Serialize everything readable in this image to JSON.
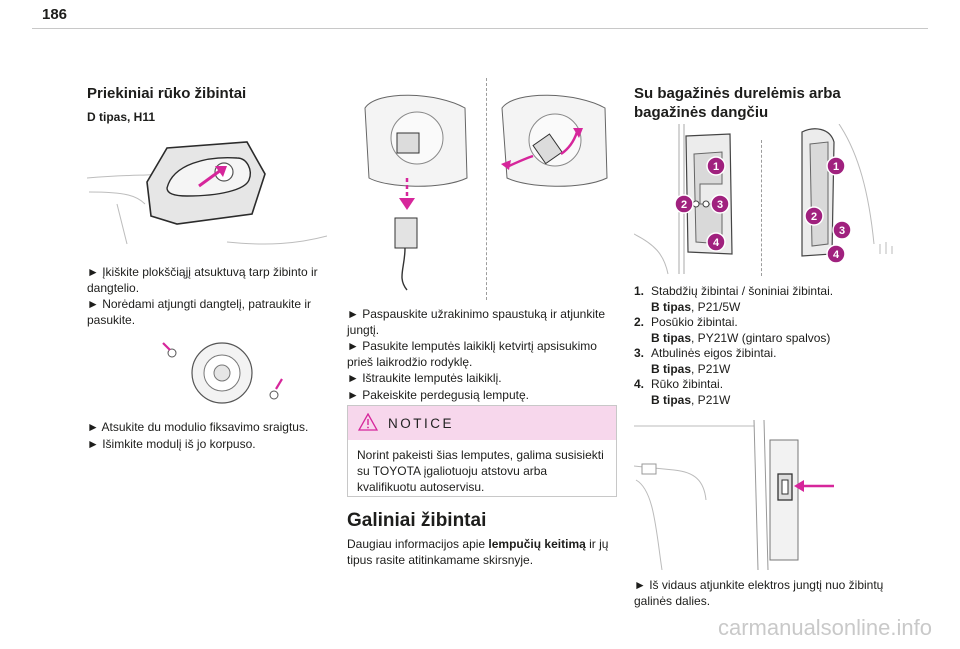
{
  "page": {
    "number": "186",
    "watermark": "carmanualsonline.info"
  },
  "col1": {
    "heading": "Priekiniai rūko žibintai",
    "subheading": "D tipas, H11",
    "steps_a": [
      "► Įkiškite plokščiąjį atsuktuvą tarp žibinto ir dangtelio.",
      "► Norėdami atjungti dangtelį, patraukite ir pasukite."
    ],
    "steps_b": [
      "► Atsukite du modulio fiksavimo sraigtus.",
      "► Išimkite modulį iš jo korpuso."
    ]
  },
  "col2": {
    "steps": [
      "► Paspauskite užrakinimo spaustuką ir atjunkite jungtį.",
      "► Pasukite lemputės laikiklį ketvirtį apsisukimo prieš laikrodžio rodyklę.",
      "► Ištraukite lemputės laikiklį.",
      "► Pakeiskite perdegusią lemputę."
    ],
    "notice": {
      "title": "NOTICE",
      "text": "Norint pakeisti šias lemputes, galima susisiekti su TOYOTA įgaliotuoju atstovu arba kvalifikuotu autoservisu."
    },
    "section_title": "Galiniai žibintai",
    "more_info_pre": "Daugiau informacijos apie ",
    "more_info_bold": "lempučių keitimą",
    "more_info_post": " ir jų tipus rasite atitinkamame skirsnyje."
  },
  "col3": {
    "heading_line1": "Su bagažinės durelėmis arba",
    "heading_line2": "bagažinės dangčiu",
    "callouts": [
      "1",
      "2",
      "3",
      "4"
    ],
    "list": [
      {
        "num": "1.",
        "text": "Stabdžių žibintai / šoniniai žibintai.",
        "type_bold": "B tipas",
        "type_rest": ", P21/5W"
      },
      {
        "num": "2.",
        "text": "Posūkio žibintai.",
        "type_bold": "B tipas",
        "type_rest": ", PY21W (gintaro spalvos)"
      },
      {
        "num": "3.",
        "text": "Atbulinės eigos žibintai.",
        "type_bold": "B tipas",
        "type_rest": ", P21W"
      },
      {
        "num": "4.",
        "text": "Rūko žibintai.",
        "type_bold": "B tipas",
        "type_rest": ", P21W"
      }
    ],
    "final_step": "► Iš vidaus atjunkite elektros jungtį nuo žibintų galinės dalies."
  },
  "colors": {
    "accent_magenta": "#d6269b",
    "notice_bg": "#f7d7ec",
    "line_gray": "#9a9a9a"
  }
}
